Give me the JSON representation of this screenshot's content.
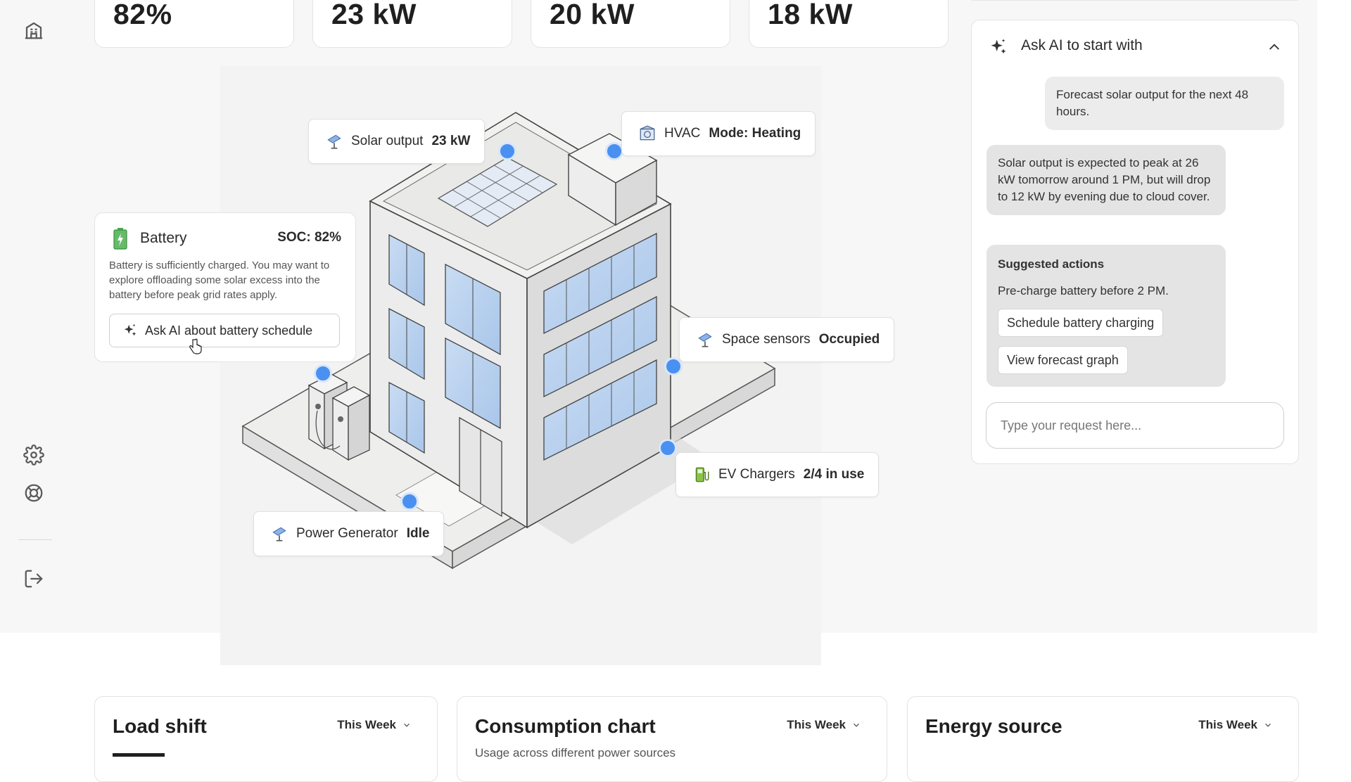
{
  "kpis": [
    "82%",
    "23 kW",
    "20 kW",
    "18 kW"
  ],
  "callouts": {
    "solar": {
      "label": "Solar output",
      "value": "23 kW"
    },
    "hvac": {
      "label": "HVAC",
      "value": "Mode: Heating"
    },
    "space": {
      "label": "Space sensors",
      "value": "Occupied"
    },
    "ev": {
      "label": "EV Chargers",
      "value": "2/4 in use"
    },
    "generator": {
      "label": "Power Generator",
      "value": "Idle"
    }
  },
  "battery": {
    "title": "Battery",
    "soc": "SOC: 82%",
    "description": "Battery is sufficiently charged. You may want to explore offloading some solar excess into the battery before peak grid rates apply.",
    "ask_button": "Ask AI about battery schedule"
  },
  "ai": {
    "header": "Ask AI to start with",
    "user_message": "Forecast solar output for the next 48 hours.",
    "ai_message": "Solar output is expected to peak at 26 kW tomorrow around 1 PM, but will drop to 12 kW by evening due to cloud cover.",
    "suggested_title": "Suggested actions",
    "suggested_text": "Pre-charge battery before 2 PM.",
    "actions": [
      "Schedule battery charging",
      "View forecast graph"
    ],
    "input_placeholder": "Type your request here..."
  },
  "bottom_cards": [
    {
      "title": "Load shift",
      "range": "This Week",
      "subtitle": ""
    },
    {
      "title": "Consumption chart",
      "range": "This Week",
      "subtitle": "Usage across different power sources"
    },
    {
      "title": "Energy source",
      "range": "This Week",
      "subtitle": ""
    }
  ],
  "icons": {
    "sidebar_top": "building-icon",
    "settings": "gear-icon",
    "support": "lifebuoy-icon",
    "logout": "logout-icon",
    "sparkle": "sparkle-icon",
    "collapse": "chevron-up-icon",
    "range": "chevron-down-icon"
  },
  "colors": {
    "accent_dot": "#4a90f0",
    "battery_green": "#4caf50"
  }
}
